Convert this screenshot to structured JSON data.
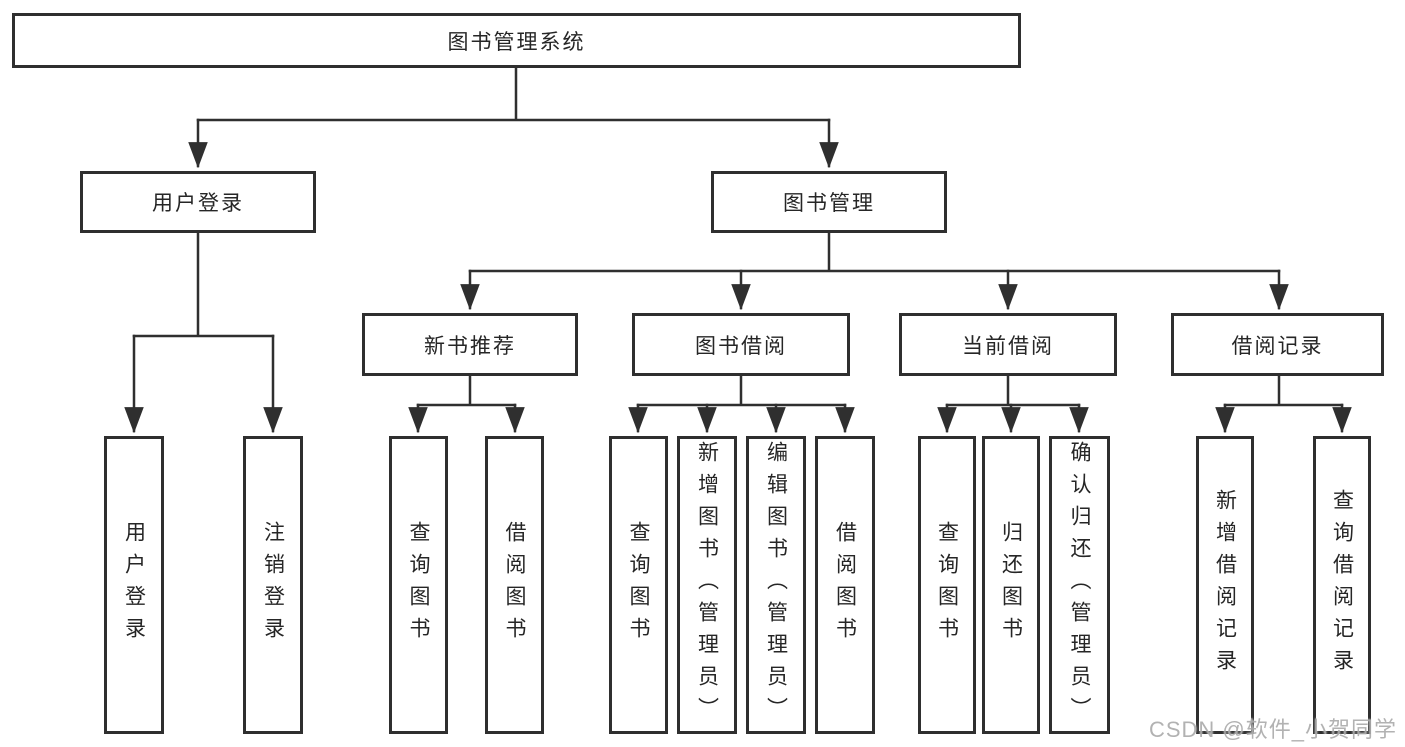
{
  "nodes": {
    "root": {
      "label": "图书管理系统"
    },
    "user_login": {
      "label": "用户登录"
    },
    "book_management": {
      "label": "图书管理"
    },
    "new_book_recommendation": {
      "label": "新书推荐"
    },
    "book_borrowing": {
      "label": "图书借阅"
    },
    "current_borrowing": {
      "label": "当前借阅"
    },
    "borrowing_records": {
      "label": "借阅记录"
    },
    "user_login_leaf": {
      "label": "用户登录"
    },
    "logout_leaf": {
      "label": "注销登录"
    },
    "nb_query_books": {
      "label": "查询图书"
    },
    "nb_borrow_books": {
      "label": "借阅图书"
    },
    "bb_query_books": {
      "label": "查询图书"
    },
    "bb_add_books_admin": {
      "label": "新增图书（管理员）"
    },
    "bb_edit_books_admin": {
      "label": "编辑图书（管理员）"
    },
    "bb_borrow_books": {
      "label": "借阅图书"
    },
    "cb_query_books": {
      "label": "查询图书"
    },
    "cb_return_books": {
      "label": "归还图书"
    },
    "cb_confirm_return_admin": {
      "label": "确认归还（管理员）"
    },
    "br_add_record": {
      "label": "新增借阅记录"
    },
    "br_query_record": {
      "label": "查询借阅记录"
    }
  },
  "edges": [
    [
      "图书管理系统",
      "用户登录"
    ],
    [
      "图书管理系统",
      "图书管理"
    ],
    [
      "用户登录",
      "用户登录"
    ],
    [
      "用户登录",
      "注销登录"
    ],
    [
      "图书管理",
      "新书推荐"
    ],
    [
      "图书管理",
      "图书借阅"
    ],
    [
      "图书管理",
      "当前借阅"
    ],
    [
      "图书管理",
      "借阅记录"
    ],
    [
      "新书推荐",
      "查询图书"
    ],
    [
      "新书推荐",
      "借阅图书"
    ],
    [
      "图书借阅",
      "查询图书"
    ],
    [
      "图书借阅",
      "新增图书（管理员）"
    ],
    [
      "图书借阅",
      "编辑图书（管理员）"
    ],
    [
      "图书借阅",
      "借阅图书"
    ],
    [
      "当前借阅",
      "查询图书"
    ],
    [
      "当前借阅",
      "归还图书"
    ],
    [
      "当前借阅",
      "确认归还（管理员）"
    ],
    [
      "借阅记录",
      "新增借阅记录"
    ],
    [
      "借阅记录",
      "查询借阅记录"
    ]
  ],
  "watermark": {
    "text": "CSDN @软件_小贺同学"
  },
  "colors": {
    "line": "#2f2f2f",
    "box_border": "#2f2f2f",
    "text": "#262626",
    "background": "#ffffff",
    "watermark": "#a4a4a4"
  }
}
